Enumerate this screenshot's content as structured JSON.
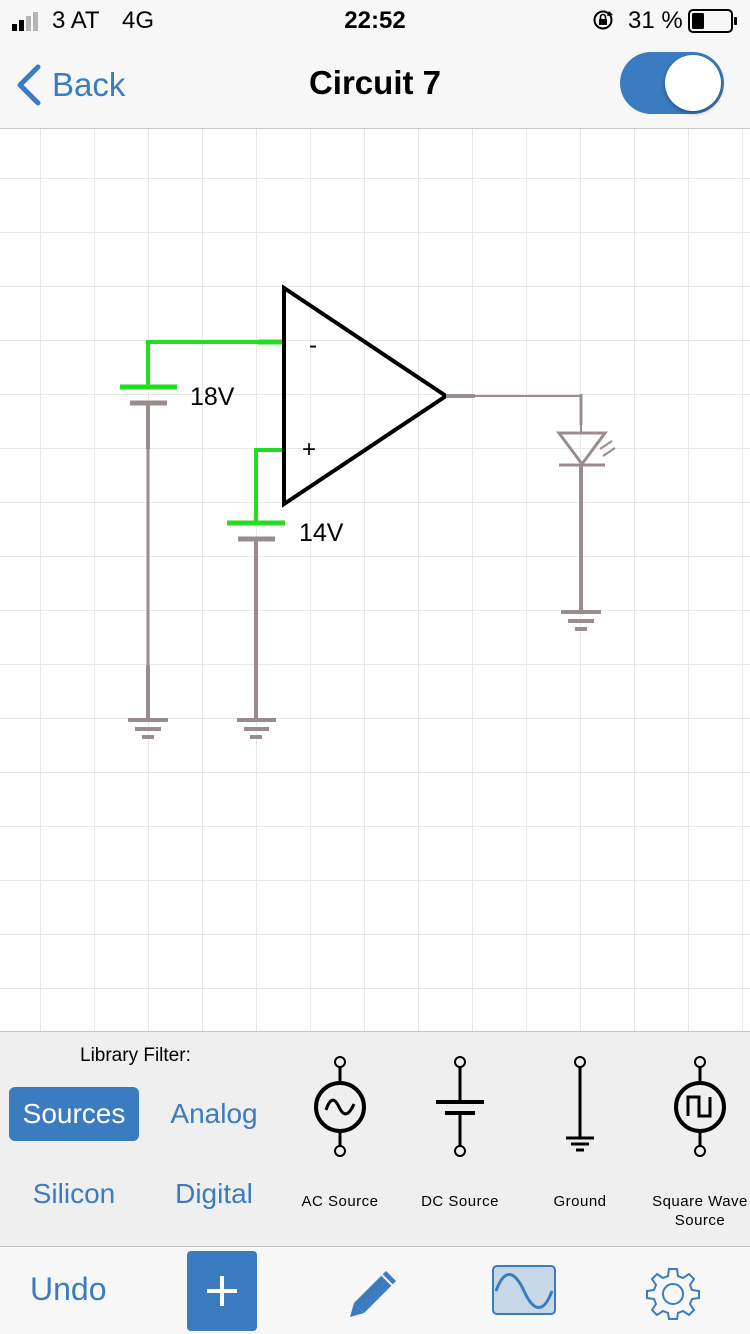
{
  "status_bar": {
    "carrier": "3 AT",
    "network": "4G",
    "time": "22:52",
    "battery_percent": "31 %"
  },
  "nav": {
    "back_label": "Back",
    "title": "Circuit 7",
    "toggle_on": true
  },
  "circuit": {
    "battery_1_label": "18V",
    "battery_2_label": "14V",
    "opamp_inverting_sign": "-",
    "opamp_noninverting_sign": "+",
    "active_wire_color": "#22dd22",
    "wire_color": "#9a8c8c"
  },
  "library": {
    "filter_label": "Library Filter:",
    "filters": [
      {
        "label": "Sources",
        "active": true
      },
      {
        "label": "Analog",
        "active": false
      },
      {
        "label": "Silicon",
        "active": false
      },
      {
        "label": "Digital",
        "active": false
      }
    ],
    "components": [
      {
        "label": "AC Source",
        "icon": "ac-source-icon"
      },
      {
        "label": "DC Source",
        "icon": "dc-source-icon"
      },
      {
        "label": "Ground",
        "icon": "ground-icon"
      },
      {
        "label": "Square Wave Source",
        "icon": "square-wave-source-icon"
      }
    ]
  },
  "toolbar": {
    "undo_label": "Undo",
    "add_icon": "plus-icon",
    "edit_icon": "pencil-icon",
    "wave_icon": "sine-wave-icon",
    "settings_icon": "gear-icon"
  },
  "colors": {
    "accent": "#3b7bbf",
    "bar_background": "#f7f7f7",
    "panel_background": "#efefef"
  }
}
